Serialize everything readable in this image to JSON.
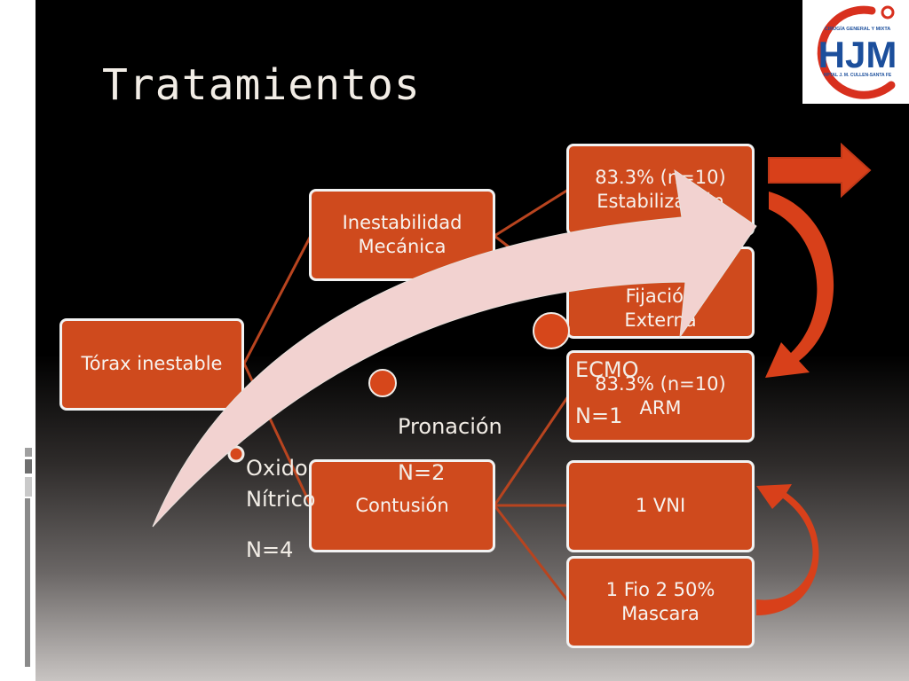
{
  "slide": {
    "title": "Tratamientos"
  },
  "logo": {
    "letters": "HJM",
    "top_text": "CIRUGÍA GENERAL Y MIXTA",
    "bottom_text": "HPTAL J. M. CULLEN-SANTA FE"
  },
  "nodes": {
    "torax": "Tórax inestable",
    "inestabilidad": "Inestabilidad\nMecánica",
    "contusion": "Contusión",
    "estabilizacion": "83.3% (n=10)\nEstabilización",
    "fijacion": "Fijación\nExterna",
    "arm": "83.3% (n=10)\nARM",
    "vni": "1 VNI",
    "fio2": "1 Fio 2 50%\nMascara"
  },
  "labels": {
    "oxido": "Oxido\nNítrico",
    "oxido_n": "N=4",
    "pronacion": "Pronación",
    "pronacion_n": "N=2",
    "ecmo": "ECMO",
    "ecmo_n": "N=1"
  },
  "colors": {
    "box_fill": "#cf4a1d",
    "box_border": "#f2f2f2",
    "connector": "#b8441f",
    "big_arrow": "#f2d2d0",
    "accent_arrow": "#d8401a"
  }
}
